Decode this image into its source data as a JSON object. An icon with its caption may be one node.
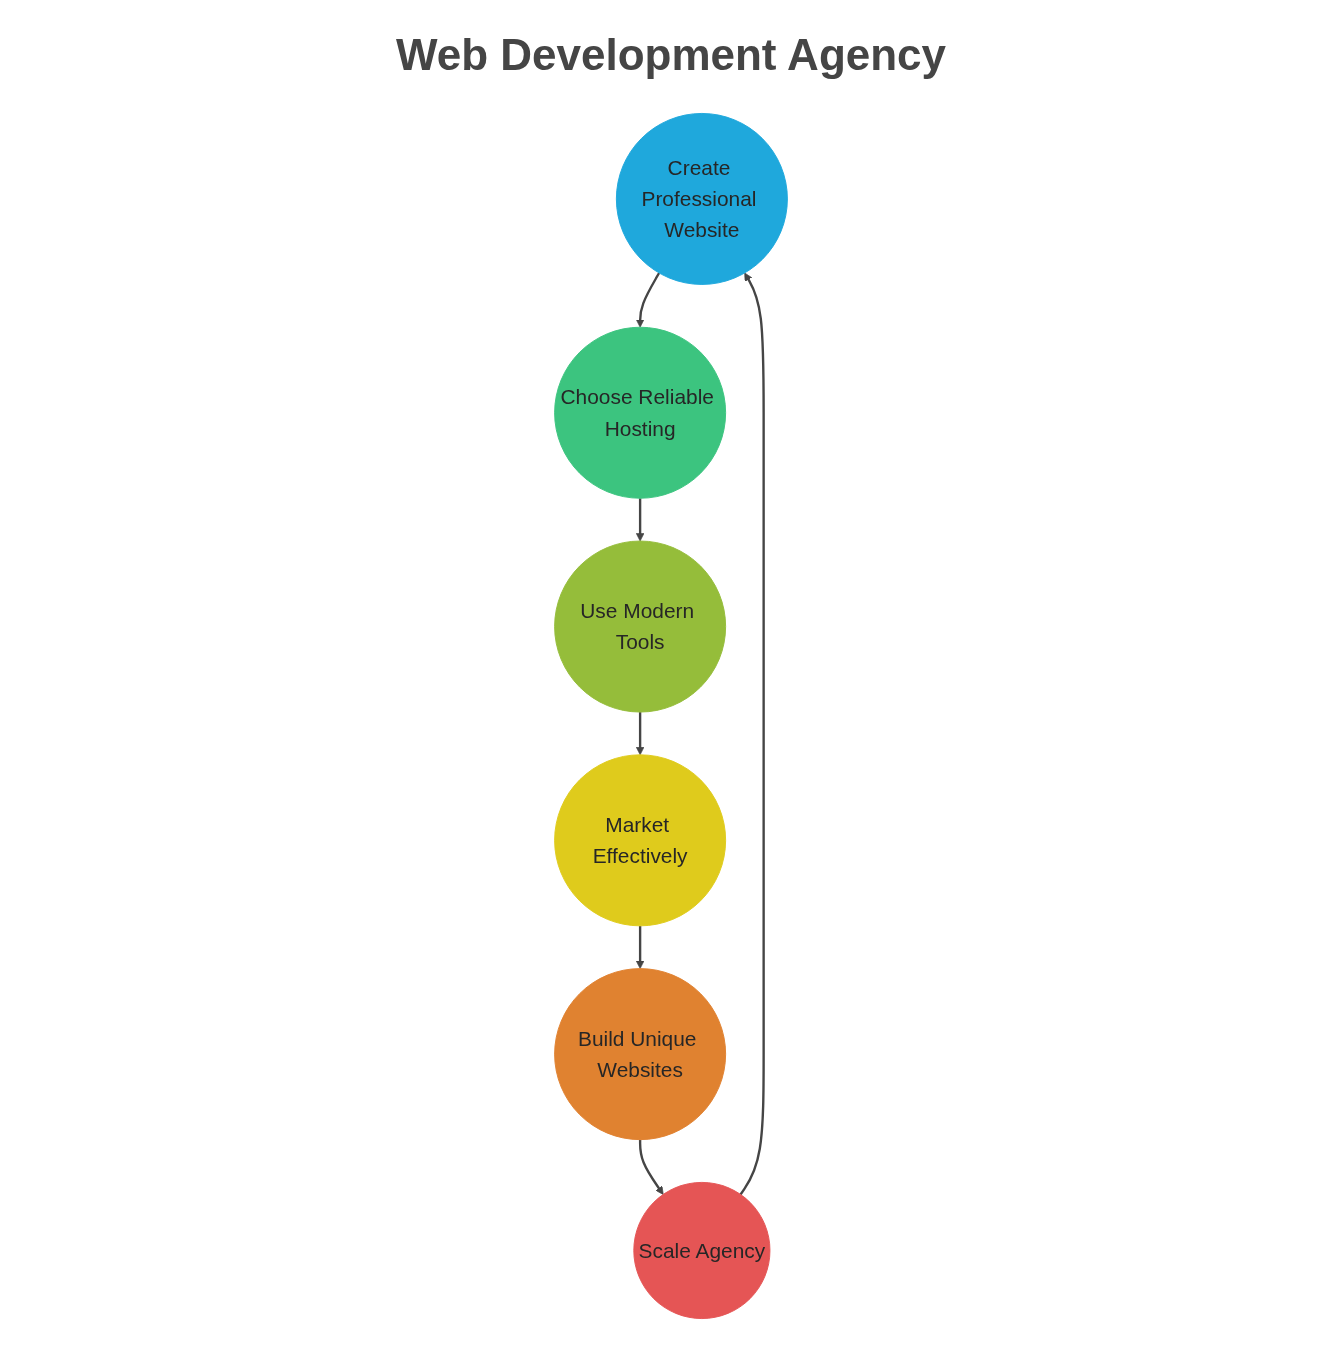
{
  "diagram": {
    "title": "Web Development Agency",
    "nodes": [
      {
        "text": [
          "Create Professional Website"
        ]
      },
      {
        "text": [
          "Choose Reliable Hosting"
        ]
      },
      {
        "text": [
          "Use Modern Tools"
        ]
      },
      {
        "text": [
          "Market Effectively"
        ]
      },
      {
        "text": [
          "Build Unique Websites"
        ]
      },
      {
        "text": [
          "Scale Agency"
        ]
      }
    ],
    "edges": [
      {
        "from": 0,
        "to": 1,
        "arrow": "to"
      },
      {
        "from": 1,
        "to": 2,
        "arrow": "to"
      },
      {
        "from": 2,
        "to": 3,
        "arrow": "to"
      },
      {
        "from": 3,
        "to": 4,
        "arrow": "to"
      },
      {
        "from": 4,
        "to": 5,
        "arrow": "to"
      },
      {
        "from": 5,
        "to": 0,
        "arrow": "to"
      }
    ]
  }
}
